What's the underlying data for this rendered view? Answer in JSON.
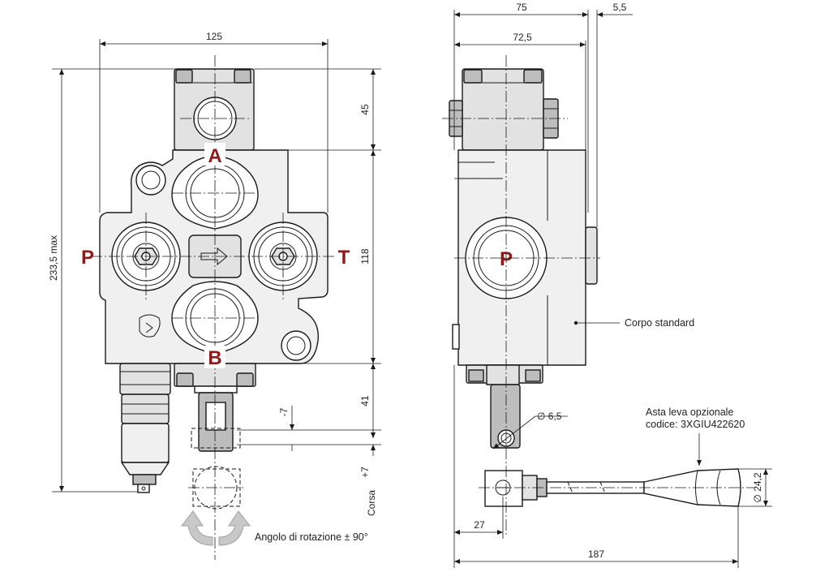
{
  "ports": {
    "a": "A",
    "b": "B",
    "p": "P",
    "t": "T",
    "p_side": "P"
  },
  "front_view": {
    "dim_width": "125",
    "dim_total_height": "233,5 max",
    "dim_top": "45",
    "dim_body": "118",
    "dim_spool": "41",
    "dim_minus": "-7",
    "dim_plus": "+7",
    "stroke_label": "Corsa",
    "rotation_label": "Angolo di rotazione ± 90°"
  },
  "side_view": {
    "dim_75": "75",
    "dim_72_5": "72,5",
    "dim_5_5": "5,5",
    "dim_27": "27",
    "dim_187": "187",
    "dim_hole": "∅ 6,5",
    "dim_knob": "∅ 24,2",
    "body_label": "Corpo standard",
    "lever_label_line1": "Asta leva opzionale",
    "lever_label_line2": "codice: 3XGIU422620"
  },
  "colors": {
    "port_label": "#8e1b1b",
    "line": "#1a1a1a",
    "body_fill": "#f0f0f0"
  }
}
